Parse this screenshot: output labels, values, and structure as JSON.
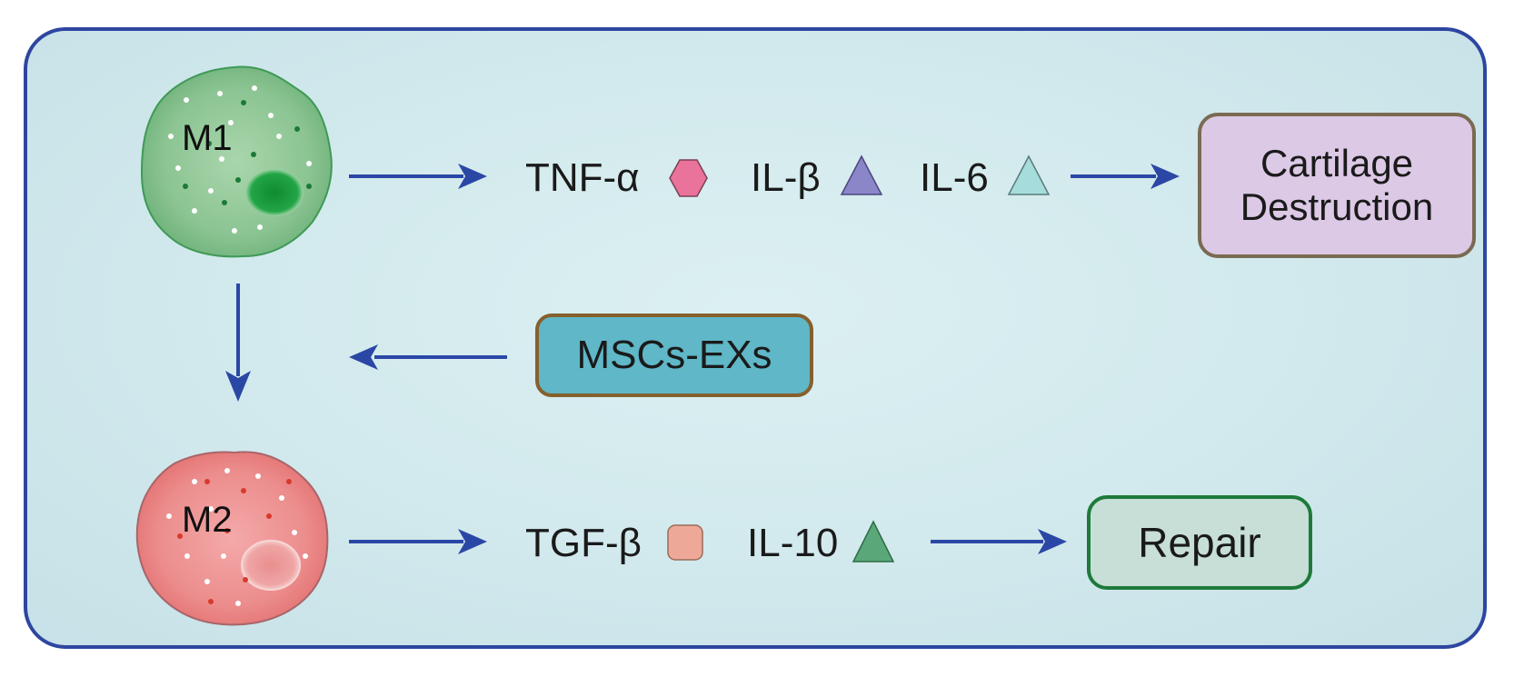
{
  "cells": {
    "m1": {
      "label": "M1",
      "fill": "#8dc593",
      "nucleus": "#179a3c"
    },
    "m2": {
      "label": "M2",
      "fill": "#ec8f8f",
      "nucleus": "#e99b9b"
    }
  },
  "row1": {
    "factors": [
      {
        "label": "TNF-α",
        "shape": "hexagon",
        "color": "#e9739a"
      },
      {
        "label": "IL-β",
        "shape": "triangle",
        "color": "#8b86c7"
      },
      {
        "label": "IL-6",
        "shape": "triangle",
        "color": "#a7dcdc"
      }
    ],
    "outcome": {
      "line1": "Cartilage",
      "line2": "Destruction"
    }
  },
  "row2": {
    "factors": [
      {
        "label": "TGF-β",
        "shape": "rounded-square",
        "color": "#eea897"
      },
      {
        "label": "IL-10",
        "shape": "triangle",
        "color": "#5aa879"
      }
    ],
    "outcome": {
      "label": "Repair"
    }
  },
  "mediator": {
    "label": "MSCs-EXs"
  },
  "colors": {
    "arrow": "#2b47a6",
    "frame_border": "#2d46a0",
    "background": "#d3eaee"
  }
}
